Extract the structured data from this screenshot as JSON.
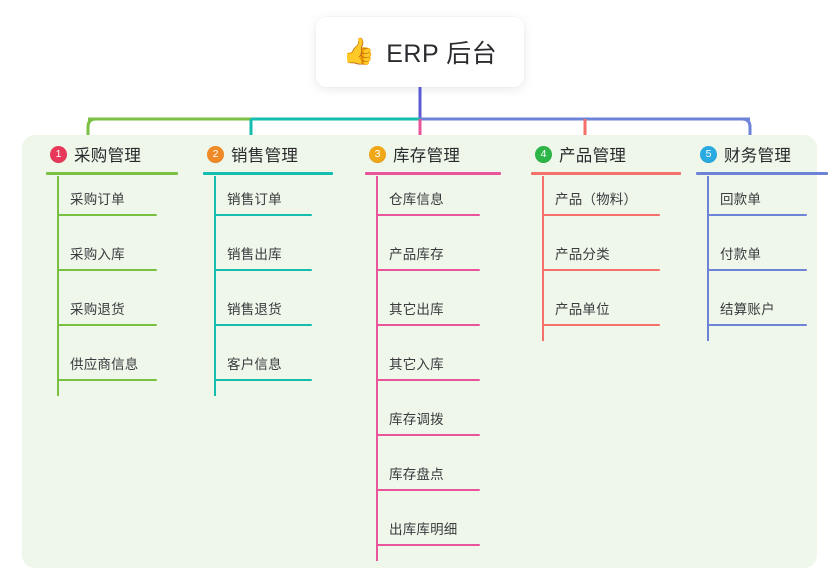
{
  "root": {
    "icon": "thumbs-up-icon",
    "icon_glyph": "👍",
    "title": "ERP 后台"
  },
  "colors": {
    "panel_bg": "#eef7e9",
    "page_bg": "#ffffff",
    "root_line": "#5b5bd6",
    "col1": "#7ac143",
    "col2": "#14bdae",
    "col3": "#e8559b",
    "col4": "#f4706a",
    "col5": "#6d83d8",
    "badge1": "#e8395a",
    "badge2": "#f08a26",
    "badge3": "#f0a818",
    "badge4": "#2eb548",
    "badge5": "#29abe2"
  },
  "columns": [
    {
      "index": "1",
      "badge_color": "#e8395a",
      "line_color": "#7ac143",
      "title": "采购管理",
      "items": [
        "采购订单",
        "采购入库",
        "采购退货",
        "供应商信息"
      ]
    },
    {
      "index": "2",
      "badge_color": "#f08a26",
      "line_color": "#14bdae",
      "title": "销售管理",
      "items": [
        "销售订单",
        "销售出库",
        "销售退货",
        "客户信息"
      ]
    },
    {
      "index": "3",
      "badge_color": "#f0a818",
      "line_color": "#e8559b",
      "title": "库存管理",
      "items": [
        "仓库信息",
        "产品库存",
        "其它出库",
        "其它入库",
        "库存调拨",
        "库存盘点",
        "出库库明细"
      ]
    },
    {
      "index": "4",
      "badge_color": "#2eb548",
      "line_color": "#f4706a",
      "title": "产品管理",
      "items": [
        "产品（物料）",
        "产品分类",
        "产品单位"
      ]
    },
    {
      "index": "5",
      "badge_color": "#29abe2",
      "line_color": "#6d83d8",
      "title": "财务管理",
      "items": [
        "回款单",
        "付款单",
        "结算账户"
      ]
    }
  ]
}
